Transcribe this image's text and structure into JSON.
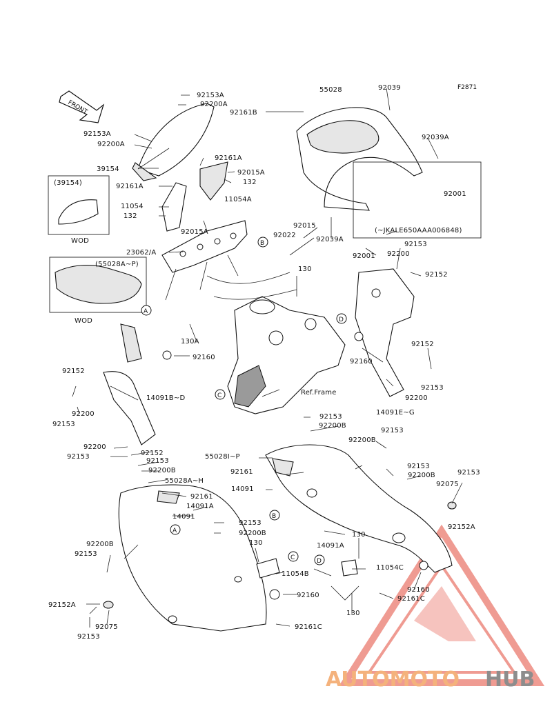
{
  "figure_code": "F2871",
  "front_label": "FRONT",
  "callouts": [
    {
      "text": "92153A"
    },
    {
      "text": "92200A"
    },
    {
      "text": "92153A"
    },
    {
      "text": "92200A"
    },
    {
      "text": "92161B"
    },
    {
      "text": "55028"
    },
    {
      "text": "92039"
    },
    {
      "text": "92039A"
    },
    {
      "text": "92161A"
    },
    {
      "text": "92015A"
    },
    {
      "text": "132"
    },
    {
      "text": "39154"
    },
    {
      "text": "92161A"
    },
    {
      "text": "11054A"
    },
    {
      "text": "11054"
    },
    {
      "text": "132"
    },
    {
      "text": "92015A"
    },
    {
      "text": "92001"
    },
    {
      "text": "92015"
    },
    {
      "text": "92022"
    },
    {
      "text": "92039A"
    },
    {
      "text": "(~JKALE650AAA006848)"
    },
    {
      "text": "92001"
    },
    {
      "text": "23062/A"
    },
    {
      "text": "92153"
    },
    {
      "text": "92200"
    },
    {
      "text": "92152"
    },
    {
      "text": "130"
    },
    {
      "text": "130A"
    },
    {
      "text": "92160"
    },
    {
      "text": "92152"
    },
    {
      "text": "92160"
    },
    {
      "text": "92152"
    },
    {
      "text": "92200"
    },
    {
      "text": "92153"
    },
    {
      "text": "92153"
    },
    {
      "text": "14091B~D"
    },
    {
      "text": "Ref.Frame"
    },
    {
      "text": "92200"
    },
    {
      "text": "14091E~G"
    },
    {
      "text": "92200"
    },
    {
      "text": "92152"
    },
    {
      "text": "92153"
    },
    {
      "text": "92153"
    },
    {
      "text": "92200B"
    },
    {
      "text": "92153"
    },
    {
      "text": "92200B"
    },
    {
      "text": "92153"
    },
    {
      "text": "55028I~P"
    },
    {
      "text": "92153"
    },
    {
      "text": "92200B"
    },
    {
      "text": "92161"
    },
    {
      "text": "92153"
    },
    {
      "text": "92200B"
    },
    {
      "text": "55028A~H"
    },
    {
      "text": "14091"
    },
    {
      "text": "92075"
    },
    {
      "text": "92161"
    },
    {
      "text": "14091A"
    },
    {
      "text": "14091"
    },
    {
      "text": "92152A"
    },
    {
      "text": "92153"
    },
    {
      "text": "92200B"
    },
    {
      "text": "14091A"
    },
    {
      "text": "130"
    },
    {
      "text": "92200B"
    },
    {
      "text": "130"
    },
    {
      "text": "92153"
    },
    {
      "text": "11054B"
    },
    {
      "text": "11054C"
    },
    {
      "text": "92160"
    },
    {
      "text": "92160"
    },
    {
      "text": "92161C"
    },
    {
      "text": "92152A"
    },
    {
      "text": "130"
    },
    {
      "text": "92075"
    },
    {
      "text": "92153"
    },
    {
      "text": "92161C"
    }
  ],
  "insets": [
    {
      "label": "(39154)",
      "caption": "WOD"
    },
    {
      "label": "(55028A~P)",
      "caption": "WOD"
    }
  ],
  "markers": [
    "A",
    "B",
    "C",
    "D",
    "A",
    "B",
    "C",
    "D"
  ],
  "watermark": {
    "part1": "AUTOMOTO",
    "part2": "HUB",
    "accent": "#f4b27c",
    "gray": "#8d8d8d",
    "logo_color": "#e34a3a"
  }
}
